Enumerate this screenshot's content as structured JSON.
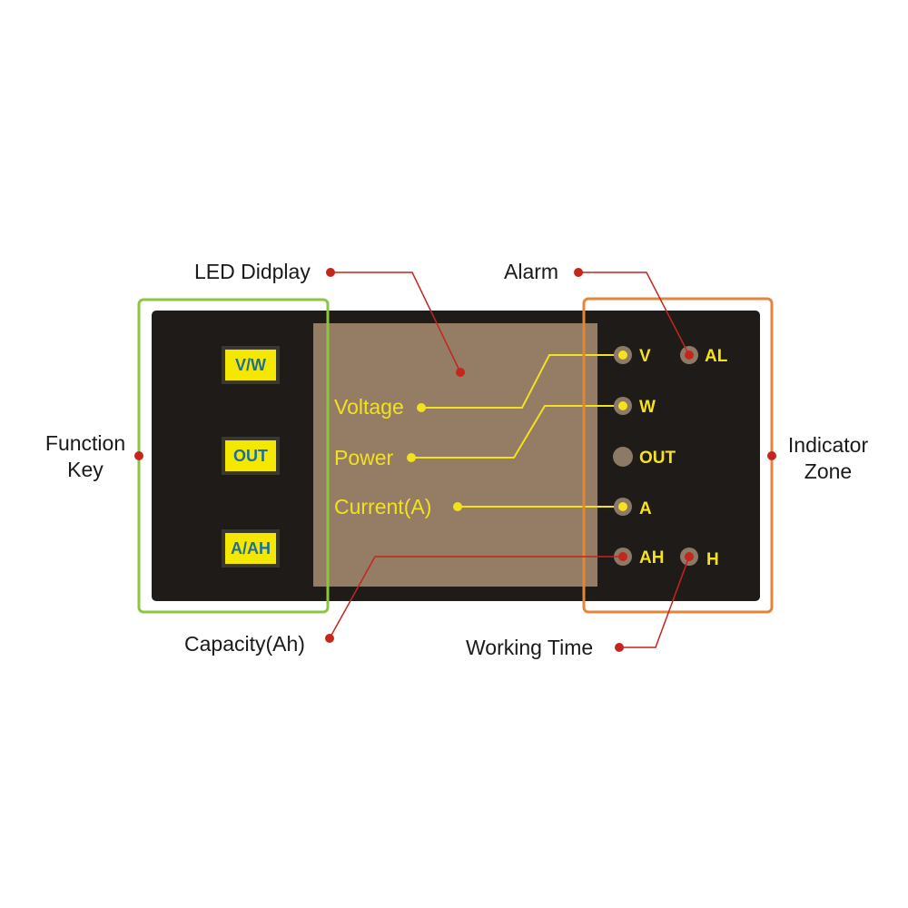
{
  "callouts": {
    "led_display": "LED Didplay",
    "alarm": "Alarm",
    "function_key_line1": "Function",
    "function_key_line2": "Key",
    "indicator_zone_line1": "Indicator",
    "indicator_zone_line2": "Zone",
    "capacity": "Capacity(Ah)",
    "working_time": "Working Time"
  },
  "display_labels": {
    "voltage": "Voltage",
    "power": "Power",
    "current": "Current(A)"
  },
  "function_keys": [
    "V/W",
    "OUT",
    "A/AH"
  ],
  "indicators": {
    "v": "V",
    "al": "AL",
    "w": "W",
    "out": "OUT",
    "a": "A",
    "ah": "AH",
    "h": "H"
  },
  "colors": {
    "panel": "#1e1b19",
    "display": "#957c65",
    "key_fill": "#f5e800",
    "key_text": "#1a6fa0",
    "indicator_text": "#f5e21c",
    "yellow_leader": "#f2e21e",
    "red_leader": "#c4261d",
    "green_frame": "#8cc63f",
    "orange_frame": "#e0873a"
  }
}
